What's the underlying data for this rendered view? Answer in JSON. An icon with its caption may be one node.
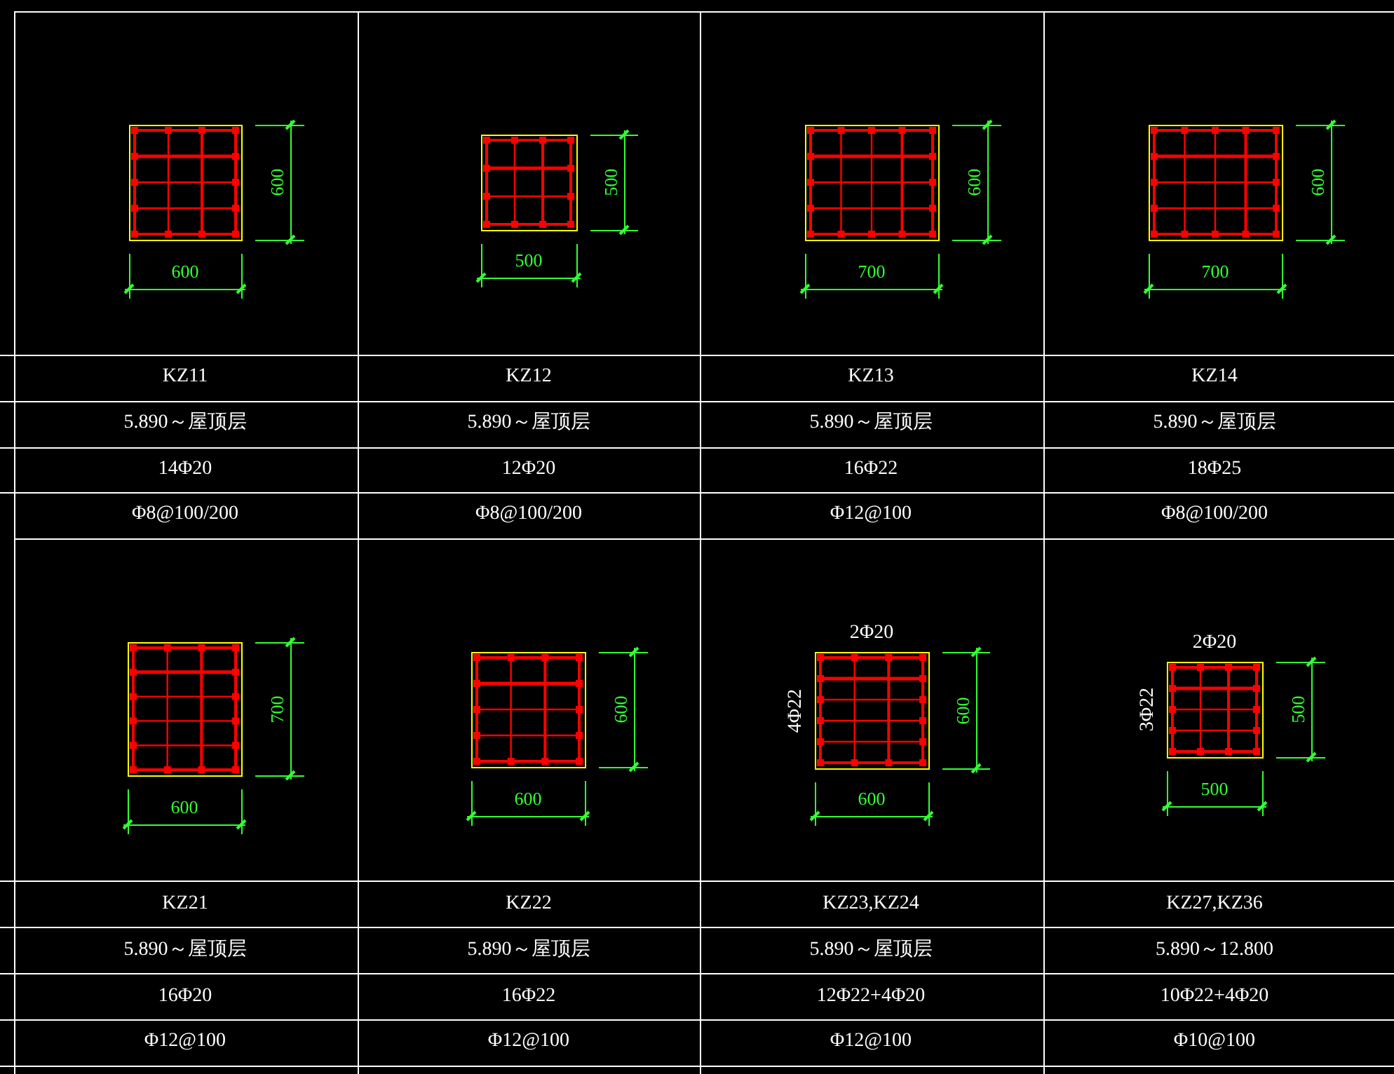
{
  "diagram": {
    "labels": [
      "600",
      "600",
      "500",
      "500",
      "600",
      "700",
      "600",
      "700",
      "KZ11",
      "KZ12",
      "KZ13",
      "KZ14",
      "5.890～屋顶层",
      "5.890～屋顶层",
      "5.890～屋顶层",
      "5.890～屋顶层",
      "14Φ20",
      "12Φ20",
      "16Φ22",
      "18Φ25",
      "Φ8@100/200",
      "Φ8@100/200",
      "Φ12@100",
      "Φ8@100/200",
      "700",
      "600",
      "600",
      "600",
      "2Φ20",
      "4Φ22",
      "600",
      "600",
      "2Φ20",
      "3Φ22",
      "500",
      "500",
      "KZ21",
      "KZ22",
      "KZ23,KZ24",
      "KZ27,KZ36",
      "5.890～屋顶层",
      "5.890～屋顶层",
      "5.890～屋顶层",
      "5.890～12.800",
      "16Φ20",
      "16Φ22",
      "12Φ22+4Φ20",
      "10Φ22+4Φ20",
      "Φ12@100",
      "Φ12@100",
      "Φ12@100",
      "Φ10@100"
    ]
  }
}
